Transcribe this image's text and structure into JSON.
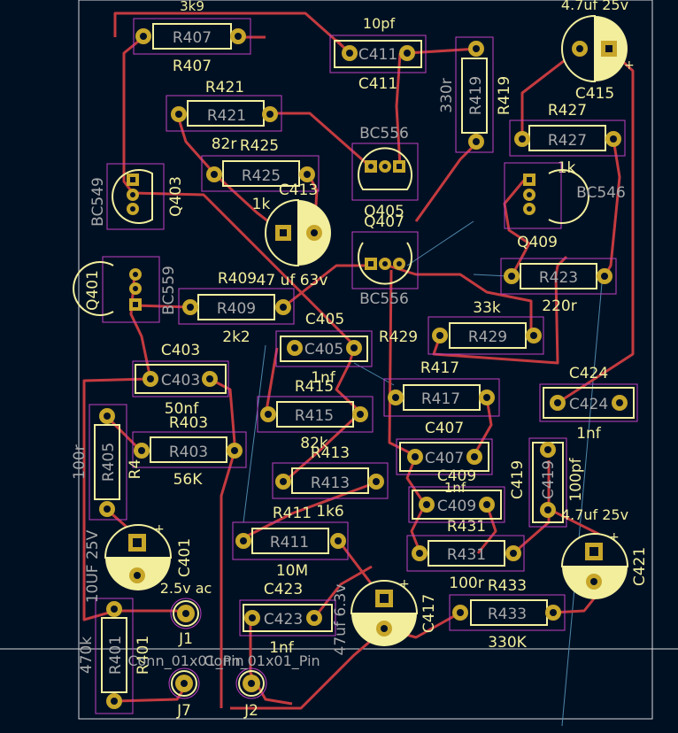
{
  "colors": {
    "background": "#001023",
    "track": "#c43a3f",
    "pad": "#c8a62a",
    "pad_hole": "#001023",
    "silk": "#f2ee9c",
    "fab": "#a8a8a8",
    "courtyard": "#c23fc2",
    "outline": "#d8d8d8",
    "ratsnest": "#4f86a8"
  },
  "labels": {
    "r407_val": "3k9",
    "r407_ref": "R407",
    "r407_body": "R407",
    "c411_val": "10pf",
    "c411_ref": "C411",
    "c411_body": "C411",
    "c415_val": "4.7uf 25v",
    "c415_ref": "C415",
    "r419_val": "330r",
    "r419_ref": "R419",
    "r419_body": "R419",
    "r421_ref": "R421",
    "r421_body": "R421",
    "r421_val": "82r",
    "r427_ref": "R427",
    "r427_body": "R427",
    "r427_val": "1k",
    "r425_ref": "R425",
    "r425_body": "R425",
    "r425_val": "1k",
    "q405_val": "BC556",
    "q405_ref": "Q405",
    "q403_val": "BC549",
    "q403_ref": "Q403",
    "c413_ref": "C413",
    "c413_val": "47 uf 63v",
    "q407_ref": "Q407",
    "q407_val": "BC556",
    "q409_val": "BC546",
    "q409_ref": "Q409",
    "q401_ref": "Q401",
    "q401_val": "BC559",
    "r409_ref": "R409",
    "r409_body": "R409",
    "r409_val": "2k2",
    "r423_body": "R423",
    "r423_val": "220r",
    "r429_val": "33k",
    "r429_ref": "R429",
    "r429_body": "R429",
    "c405_ref": "C405",
    "c405_body": "C405",
    "c405_val": "1nf",
    "c403_ref": "C403",
    "c403_body": "C403",
    "c403_val": "50nf",
    "r417_ref": "R417",
    "r417_body": "R417",
    "c424_ref": "C424",
    "c424_body": "C424",
    "c424_val": "1nf",
    "r415_ref": "R415",
    "r415_body": "R415",
    "r415_val": "82k",
    "c407_ref": "C407",
    "c407_body": "C407",
    "r403_ref": "R403",
    "r403_body": "R403",
    "r403_val": "56K",
    "r405_val": "100r",
    "r405_body": "R405",
    "r405_ref": "R4",
    "r413_ref": "R413",
    "r413_body": "R413",
    "r413_val": "1k6",
    "c409_ref": "C409",
    "c409_body": "C409",
    "c409_val": "1nf",
    "c419_ref": "C419",
    "c419_body": "C419",
    "c419_val": "100pf",
    "c421_val": "4.7uf 25v",
    "c421_ref": "C421",
    "r431_ref": "R431",
    "r431_body": "R431",
    "r431_val": "100r",
    "r411_ref": "R411",
    "r411_body": "R411",
    "r411_val": "10M",
    "c401_val": "10UF 25V",
    "c401_ref": "C401",
    "c423_ref": "C423",
    "c423_body": "C423",
    "c423_val": "1nf",
    "c417_val": "47uf 6.3v",
    "c417_ref": "C417",
    "r433_ref": "R433",
    "r433_body": "R433",
    "r433_val": "330K",
    "j1_val": "2.5v ac",
    "j1_ref": "J1",
    "r401_val": "470k",
    "r401_ref": "R401",
    "r401_body": "R401",
    "j_pin_val": "Conn_01x01_Pin",
    "j7_ref": "J7",
    "j2_ref": "J2"
  }
}
